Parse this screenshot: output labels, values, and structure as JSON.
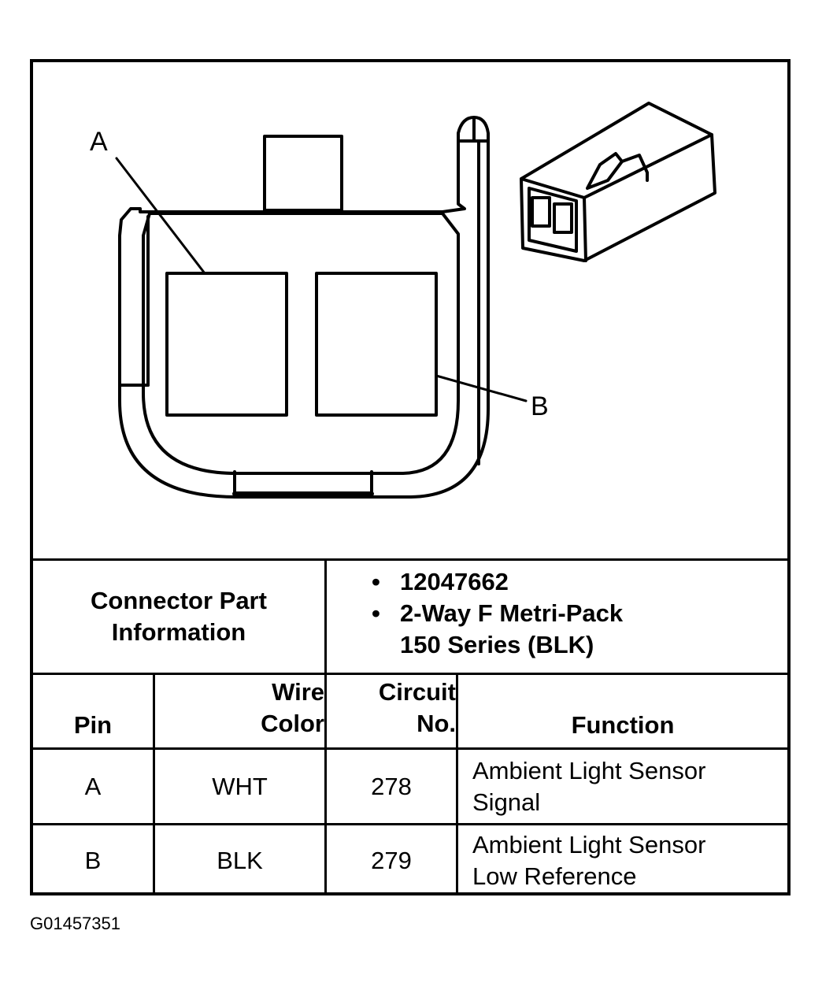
{
  "diagram": {
    "callout_a": "A",
    "callout_b": "B"
  },
  "connector_info": {
    "label_line1": "Connector Part",
    "label_line2": "Information",
    "bullet_symbol": "•",
    "part_number": "12047662",
    "description_line1": "2-Way F Metri-Pack",
    "description_line2": "150 Series (BLK)"
  },
  "table": {
    "headers": {
      "pin": "Pin",
      "wire_color_line1": "Wire",
      "wire_color_line2": "Color",
      "circuit_line1": "Circuit",
      "circuit_line2": "No.",
      "function": "Function"
    },
    "rows": [
      {
        "pin": "A",
        "wire_color": "WHT",
        "circuit": "278",
        "function_line1": "Ambient Light Sensor",
        "function_line2": "Signal"
      },
      {
        "pin": "B",
        "wire_color": "BLK",
        "circuit": "279",
        "function_line1": "Ambient Light Sensor",
        "function_line2": "Low Reference"
      }
    ]
  },
  "figure_id": "G01457351"
}
